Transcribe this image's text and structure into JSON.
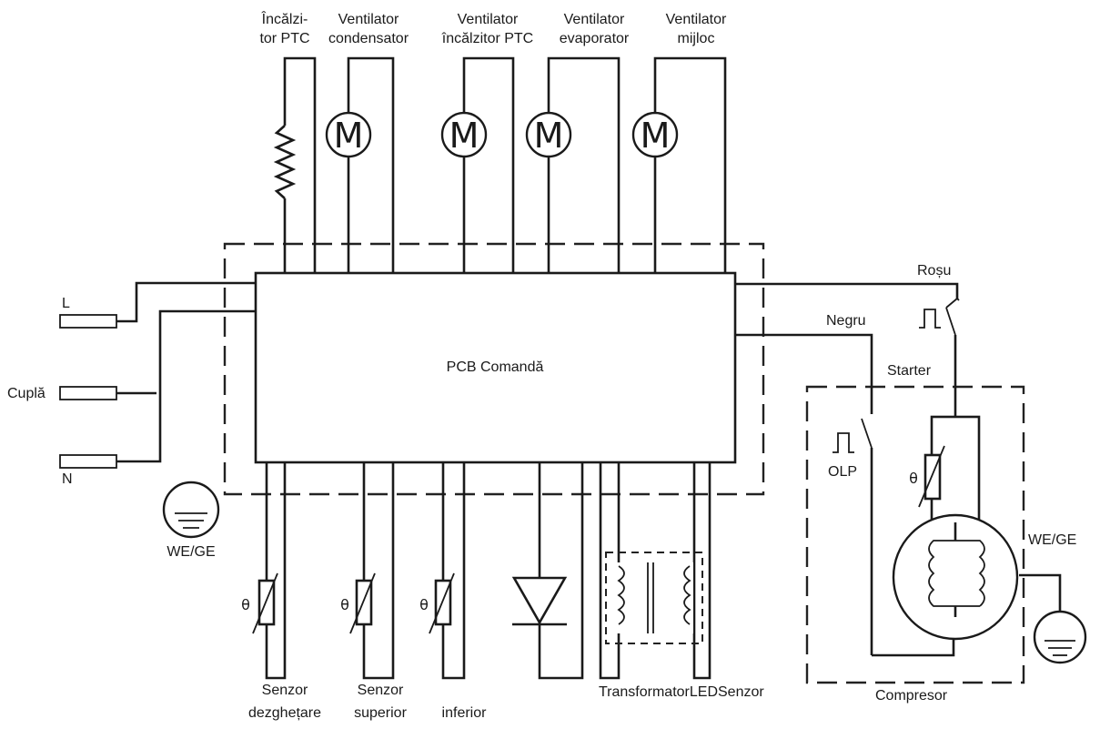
{
  "top_components": [
    {
      "id": "ptc-heater",
      "label_lines": [
        "Încălzi-",
        "tor PTC"
      ],
      "symbol": "resistor-icon"
    },
    {
      "id": "condenser-fan",
      "label_lines": [
        "Ventilator",
        "condensator"
      ],
      "symbol": "motor-icon"
    },
    {
      "id": "ptc-heater-fan",
      "label_lines": [
        "Ventilator",
        "încălzitor PTC"
      ],
      "symbol": "motor-icon"
    },
    {
      "id": "evaporator-fan",
      "label_lines": [
        "Ventilator",
        "evaporator"
      ],
      "symbol": "motor-icon"
    },
    {
      "id": "middle-fan",
      "label_lines": [
        "Ventilator",
        "mijloc"
      ],
      "symbol": "motor-icon"
    }
  ],
  "motor_glyph": "M",
  "theta_glyph": "θ",
  "pcb_label": "PCB Comandă",
  "left_terminals": {
    "l": "L",
    "coupling": "Cuplă",
    "n": "N"
  },
  "ground_left": "WE/GE",
  "bottom_components": {
    "defrost_sensor": [
      "Senzor",
      "dezghețare"
    ],
    "top_sensor": [
      "Senzor",
      "superior"
    ],
    "bottom_sensor": "inferior",
    "transformer_led_sensor": "TransformatorLEDSenzor"
  },
  "right_side": {
    "red_wire": "Roșu",
    "black_wire": "Negru",
    "starter": "Starter",
    "olp": "OLP",
    "compressor": "Compresor",
    "ground": "WE/GE"
  }
}
